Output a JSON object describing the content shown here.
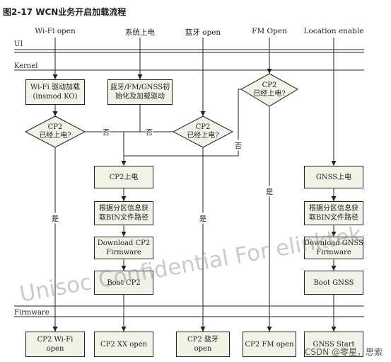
{
  "title": "图2-17 WCN业务开启加载流程",
  "columns": [
    "Wi-Fi open",
    "系统上电",
    "蓝牙 open",
    "FM Open",
    "Location enable"
  ],
  "layers": {
    "ui": "UI",
    "kernel": "Kernel",
    "firmware": "Firmware"
  },
  "boxes": {
    "wifi_driver": "Wi-Fi 驱动加载\n(insmod KO)",
    "bt_fm_gnss": "蓝牙/FM/GNSS初\n始化及加载驱动",
    "cp2_power": "CP2上电",
    "cp2_path": "根据分区信息获\n取BIN文件路径",
    "cp2_download": "Download CP2\nFirmware",
    "cp2_boot": "Boot CP2",
    "gnss_power": "GNSS上电",
    "gnss_path": "根据分区信息获\n取BIN文件路径",
    "gnss_download": "Download GNSS\nFirmware",
    "gnss_boot": "Boot GNSS"
  },
  "decisions": {
    "wifi": "CP2\n已经上电?",
    "bt": "CP2\n已经上电?",
    "fm": "CP2\n已经上电?"
  },
  "labels": {
    "no": "否",
    "yes": "是"
  },
  "firmware_boxes": [
    "CP2 Wi-Fi open",
    "CP2 XX open",
    "CP2 蓝牙\nopen",
    "CP2 FM open",
    "GNSS Start"
  ],
  "watermark": "Unisoc Confidential For elinktek",
  "credit": "CSDN @零星，思索"
}
